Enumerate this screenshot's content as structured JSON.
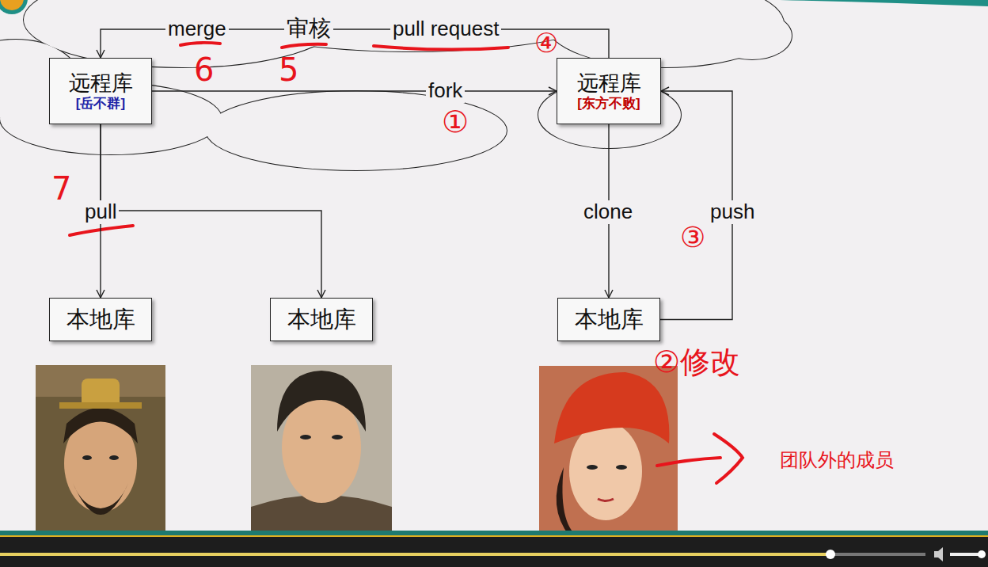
{
  "diagram": {
    "nodes": [
      {
        "text": [
          "远程库",
          "[岳不群]"
        ]
      },
      {
        "text": [
          "远程库",
          "[东方不败]"
        ]
      },
      {
        "text": [
          "本地库"
        ]
      },
      {
        "text": [
          "本地库"
        ]
      },
      {
        "text": [
          "本地库"
        ]
      }
    ],
    "edges": [
      {
        "from": 0,
        "to": 1,
        "label": "fork",
        "arrow": "to"
      },
      {
        "from": 1,
        "to": 0,
        "label": "pull request",
        "arrow": "to"
      },
      {
        "from": 1,
        "to": 4,
        "label": "clone",
        "arrow": "to"
      },
      {
        "from": 4,
        "to": 1,
        "label": "push",
        "arrow": "to"
      },
      {
        "from": 0,
        "to": 2,
        "label": "pull",
        "arrow": "to"
      },
      {
        "from": 0,
        "to": 3,
        "arrow": "to"
      }
    ],
    "labels": [
      "merge",
      "审核",
      "④",
      "①",
      "5",
      "6",
      "7",
      "③",
      "②修改",
      "团队外的成员"
    ]
  }
}
